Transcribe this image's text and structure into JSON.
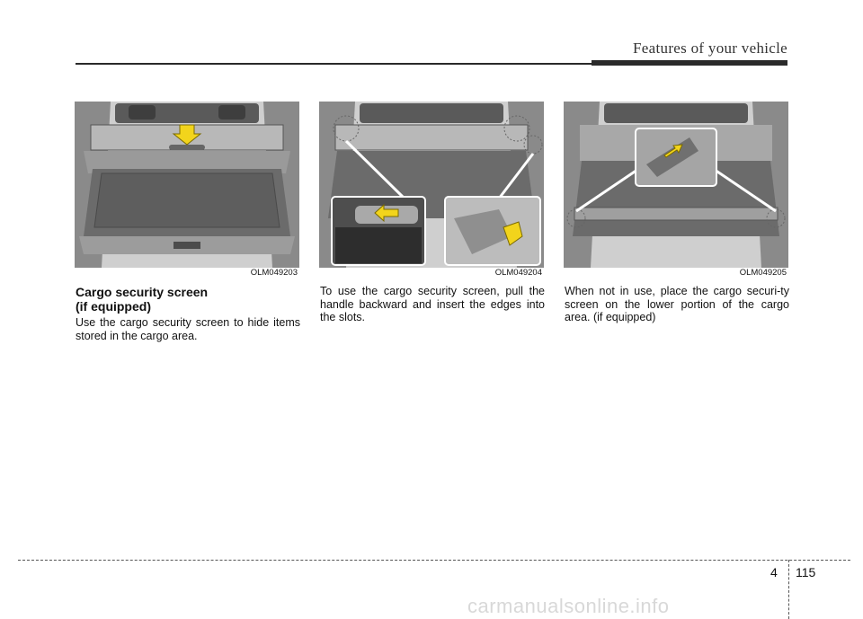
{
  "header": {
    "section_title": "Features of your vehicle"
  },
  "figures": [
    {
      "code": "OLM049203"
    },
    {
      "code": "OLM049204"
    },
    {
      "code": "OLM049205"
    }
  ],
  "content": {
    "heading": "Cargo security screen\n(if equipped)",
    "paragraphs": [
      "Use the cargo security screen to hide items stored in the cargo area.",
      "To use the cargo security screen, pull the handle backward and insert the edges into the slots.",
      "When not in use, place the cargo securi-ty screen on the lower portion of the cargo area. (if equipped)"
    ]
  },
  "footer": {
    "chapter": "4",
    "page": "115",
    "watermark": "carmanualsonline.info"
  },
  "colors": {
    "arrow": "#f2d41c",
    "rule": "#2a2a2a"
  }
}
